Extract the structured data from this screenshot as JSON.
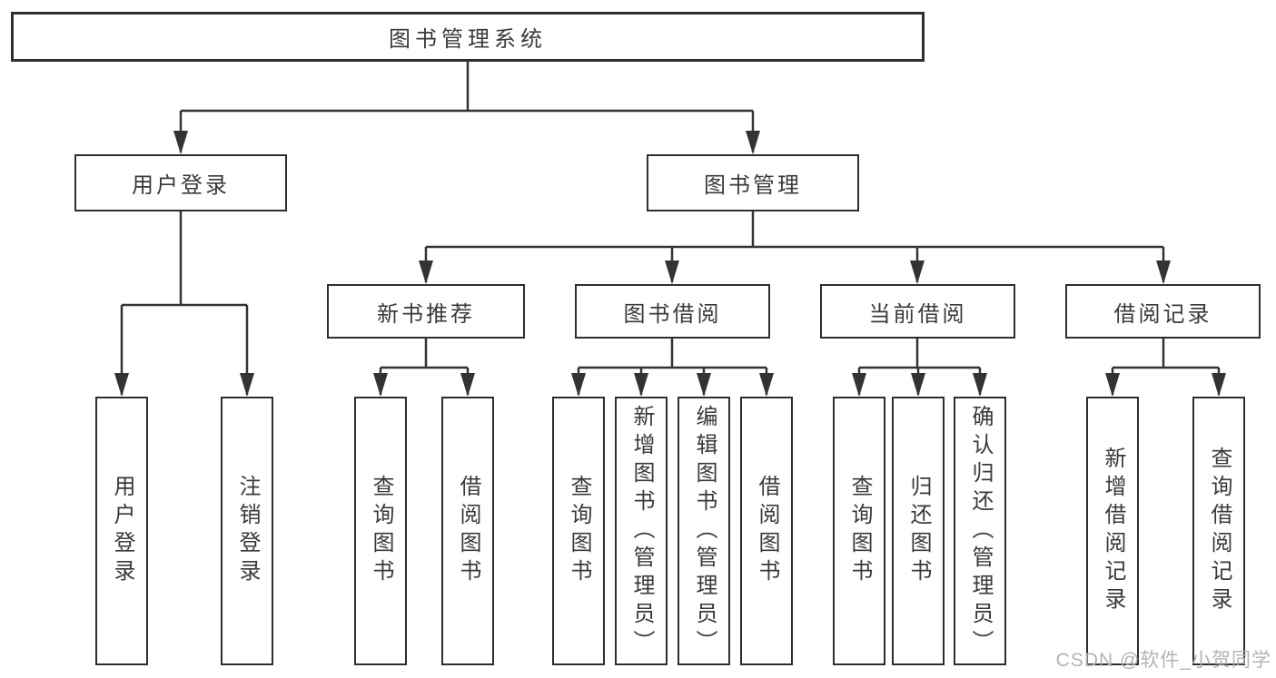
{
  "watermark": {
    "text": "CSDN @软件_小贺同学",
    "color": "#b3b3b3"
  },
  "colors": {
    "line": "#333333",
    "box_border": "#2e2e2e",
    "text": "#3a3a3a",
    "background": "#ffffff"
  },
  "tree": {
    "root": {
      "label": "图书管理系统"
    },
    "branches": [
      {
        "label": "用户登录",
        "children": [
          {
            "label": "用户登录"
          },
          {
            "label": "注销登录"
          }
        ]
      },
      {
        "label": "图书管理",
        "children": [
          {
            "label": "新书推荐",
            "children": [
              {
                "label": "查询图书"
              },
              {
                "label": "借阅图书"
              }
            ]
          },
          {
            "label": "图书借阅",
            "children": [
              {
                "label": "查询图书"
              },
              {
                "label": "新增图书（管理员）"
              },
              {
                "label": "编辑图书（管理员）"
              },
              {
                "label": "借阅图书"
              }
            ]
          },
          {
            "label": "当前借阅",
            "children": [
              {
                "label": "查询图书"
              },
              {
                "label": "归还图书"
              },
              {
                "label": "确认归还（管理员）"
              }
            ]
          },
          {
            "label": "借阅记录",
            "children": [
              {
                "label": "新增借阅记录"
              },
              {
                "label": "查询借阅记录"
              }
            ]
          }
        ]
      }
    ]
  }
}
